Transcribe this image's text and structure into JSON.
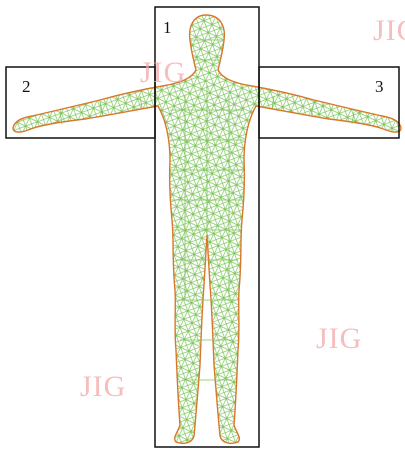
{
  "regions": [
    {
      "id": "1",
      "label": "1"
    },
    {
      "id": "2",
      "label": "2"
    },
    {
      "id": "3",
      "label": "3"
    }
  ],
  "watermark": {
    "text": "JIG"
  },
  "colors": {
    "mesh": "#7cc35a",
    "outline": "#d9772a",
    "box": "#111111",
    "watermark": "#f2a9a9"
  }
}
